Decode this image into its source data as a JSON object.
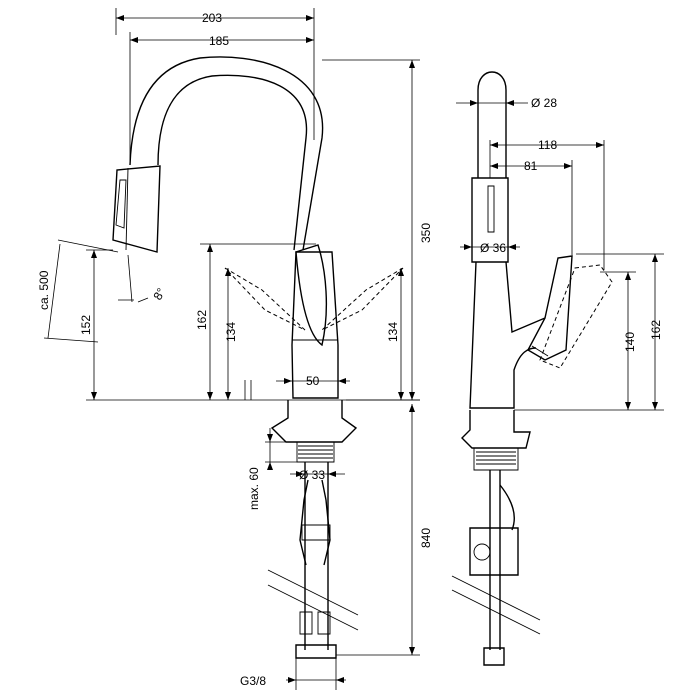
{
  "front_view": {
    "dim_width_total": "203",
    "dim_width_inner": "185",
    "dim_height_total": "350",
    "dim_spout_height": "162",
    "dim_lever_left": "134",
    "dim_lever_right": "134",
    "dim_pullout_reach": "ca. 500",
    "dim_pullout_height": "152",
    "dim_angle": "8°",
    "dim_body_diameter": "50",
    "dim_hole_diameter": "Ø 33",
    "dim_max_thickness": "max. 60",
    "dim_hose_length": "840",
    "dim_thread": "G3/8"
  },
  "side_view": {
    "dim_spout_diameter": "Ø 28",
    "dim_spray_diameter": "Ø 36",
    "dim_lever_reach_outer": "118",
    "dim_lever_reach_inner": "81",
    "dim_lever_height_inner": "140",
    "dim_lever_height_outer": "162"
  }
}
